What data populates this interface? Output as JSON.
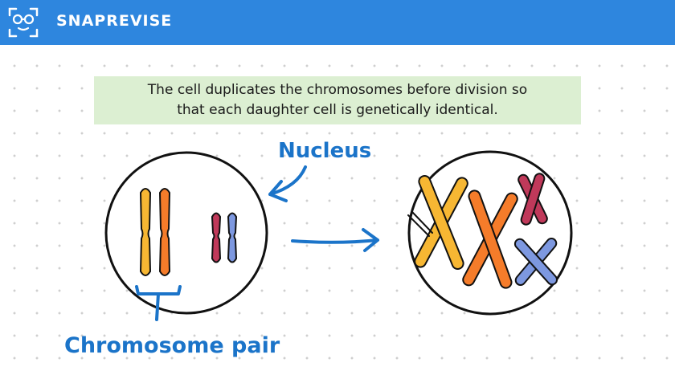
{
  "header": {
    "brand": "SNAPREVISE",
    "logo_icon": "glasses-face-logo-icon",
    "background_color": "#2e86de"
  },
  "caption": {
    "line1": "The cell duplicates the chromosomes before division so",
    "line2": "that each daughter cell is genetically identical.",
    "background_color": "#dcefd2"
  },
  "diagram": {
    "labels": {
      "nucleus": "Nucleus",
      "chromosome_pair": "Chromosome pair"
    },
    "colors": {
      "annotation": "#1b74c9",
      "outline": "#111111",
      "yellow": "#f7b733",
      "orange": "#f57c2a",
      "red": "#c0395a",
      "blue": "#7d98e0"
    }
  }
}
